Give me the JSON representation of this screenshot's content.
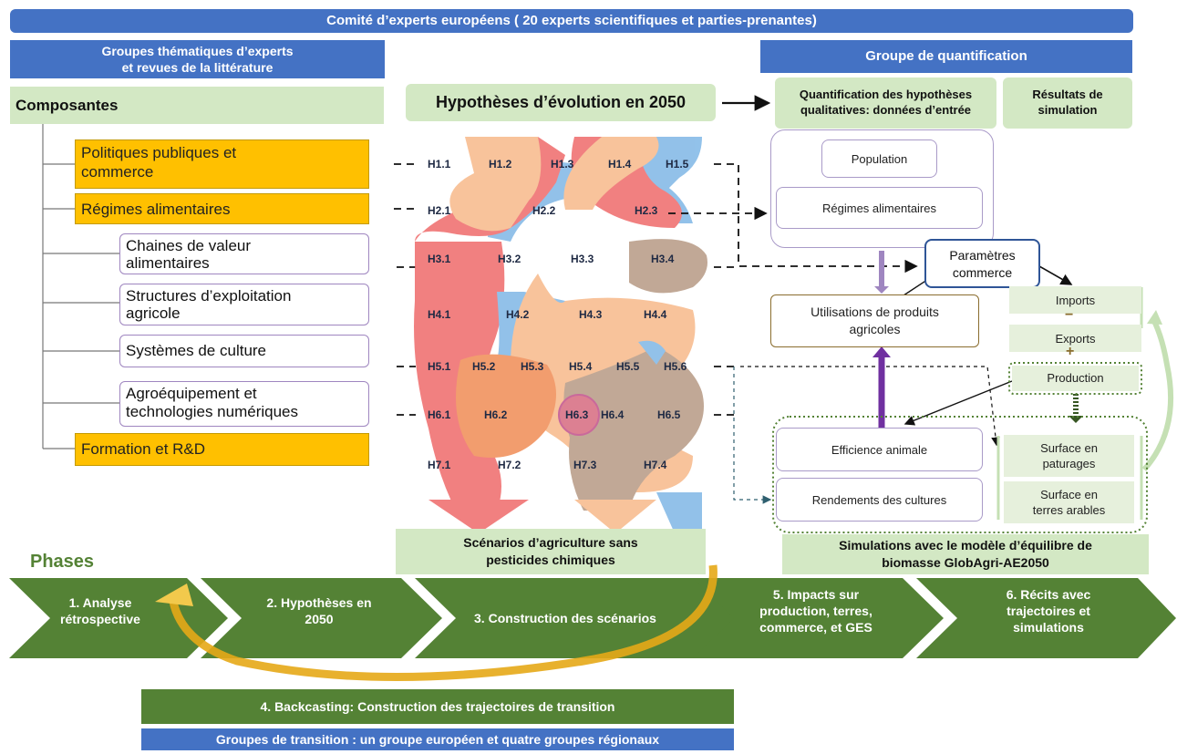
{
  "header": {
    "committee": "Comité d’experts européens ( 20 experts scientifiques et parties-prenantes)",
    "thematic_groups_line1": "Groupes thématiques d’experts",
    "thematic_groups_line2": "et revues de la littérature",
    "quantification_group": "Groupe de quantification"
  },
  "composantes": {
    "title": "Composantes",
    "items": [
      {
        "label_line1": "Politiques publiques et",
        "label_line2": "commerce"
      },
      {
        "label_line1": "Régimes alimentaires",
        "label_line2": ""
      },
      {
        "label_line1": "Chaines de valeur",
        "label_line2": "alimentaires"
      },
      {
        "label_line1": "Structures d’exploitation",
        "label_line2": "agricole"
      },
      {
        "label_line1": "Systèmes de culture",
        "label_line2": ""
      },
      {
        "label_line1": "Agroéquipement et",
        "label_line2": "technologies numériques"
      },
      {
        "label_line1": "Formation et R&D",
        "label_line2": ""
      }
    ]
  },
  "hypotheses": {
    "title": "Hypothèses d’évolution en 2050",
    "rows": [
      [
        "H1.1",
        "H1.2",
        "H1.3",
        "H1.4",
        "H1.5"
      ],
      [
        "H2.1",
        "H2.2",
        "H2.3"
      ],
      [
        "H3.1",
        "H3.2",
        "H3.3",
        "H3.4"
      ],
      [
        "H4.1",
        "H4.2",
        "H4.3",
        "H4.4"
      ],
      [
        "H5.1",
        "H5.2",
        "H5.3",
        "H5.4",
        "H5.5",
        "H5.6"
      ],
      [
        "H6.1",
        "H6.2",
        "H6.3",
        "H6.4",
        "H6.5"
      ],
      [
        "H7.1",
        "H7.2",
        "H7.3",
        "H7.4"
      ]
    ]
  },
  "scenarios": {
    "line1": "Scénarios d’agriculture sans",
    "line2": "pesticides chimiques"
  },
  "quantification": {
    "title_line1": "Quantification des hypothèses",
    "title_line2": "qualitatives: données d’entrée",
    "results_line1": "Résultats de",
    "results_line2": "simulation"
  },
  "model": {
    "population": "Population",
    "regimes": "Régimes alimentaires",
    "parametres_line1": "Paramètres",
    "parametres_line2": "commerce",
    "utilisations_line1": "Utilisations de produits",
    "utilisations_line2": "agricoles",
    "imports": "Imports",
    "minus": "−",
    "exports": "Exports",
    "plus": "+",
    "production": "Production",
    "efficience": "Efficience animale",
    "rendements": "Rendements des cultures",
    "surface_paturages_line1": "Surface en",
    "surface_paturages_line2": "paturages",
    "surface_terres_line1": "Surface en",
    "surface_terres_line2": "terres arables",
    "simulation_line1": "Simulations avec le modèle d’équilibre de",
    "simulation_line2": "biomasse GlobAgri-AE2050"
  },
  "phases": {
    "title": "Phases",
    "items": [
      {
        "line1": "1. Analyse",
        "line2": "rétrospective",
        "line3": ""
      },
      {
        "line1": "2. Hypothèses en",
        "line2": "2050",
        "line3": ""
      },
      {
        "line1": "3. Construction des scénarios",
        "line2": "",
        "line3": ""
      },
      {
        "line1": "5.  Impacts sur",
        "line2": "production, terres,",
        "line3": "commerce, et GES"
      },
      {
        "line1": "6. Récits avec",
        "line2": "trajectoires et",
        "line3": "simulations"
      }
    ],
    "backcasting": "4. Backcasting: Construction des trajectoires de transition",
    "transition_groups": "Groupes de transition : un groupe européen et quatre groupes régionaux"
  },
  "colors": {
    "blue": "#4472c4",
    "light_green": "#d3e8c4",
    "dark_green": "#548235",
    "orange": "#ffc000",
    "red_flow": "#ef6b6b",
    "peach_flow": "#f7b98a",
    "blue_flow": "#7fb7e6",
    "brown_flow": "#b79a84",
    "purple_arrow": "#7030a0",
    "gold_arrow": "#e6a817"
  }
}
